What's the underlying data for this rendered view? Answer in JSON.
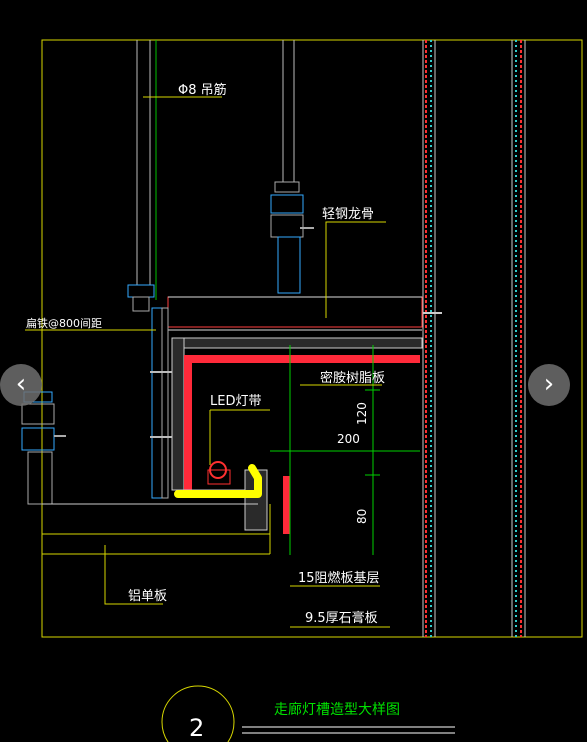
{
  "colors": {
    "background": "#000000",
    "frame": "#d6d600",
    "label_text": "#ffffff",
    "dimension": "#00d000",
    "highlight_red": "#ff2a3a",
    "highlight_yellow": "#ffff00",
    "title_text": "#00e000",
    "wall_hatch_red": "#ff3030",
    "wall_hatch_cyan": "#33cccc"
  },
  "labels": {
    "hanger_bar": "Φ8 吊筋",
    "light_steel_keel": "轻钢龙骨",
    "flat_steel": "扁铁@800间距",
    "resin_board": "密胺树脂板",
    "led_strip": "LED灯带",
    "aluminum_panel": "铝单板",
    "fireproof_base": "15阻燃板基层",
    "gypsum_board": "9.5厚石膏板"
  },
  "dimensions": {
    "width": "200",
    "height_upper": "120",
    "height_lower": "80"
  },
  "title": {
    "number": "2",
    "text": "走廊灯槽造型大样图"
  },
  "nav": {
    "prev_icon": "chevron-left-icon",
    "next_icon": "chevron-right-icon",
    "prev_glyph": "‹",
    "next_glyph": "›"
  }
}
